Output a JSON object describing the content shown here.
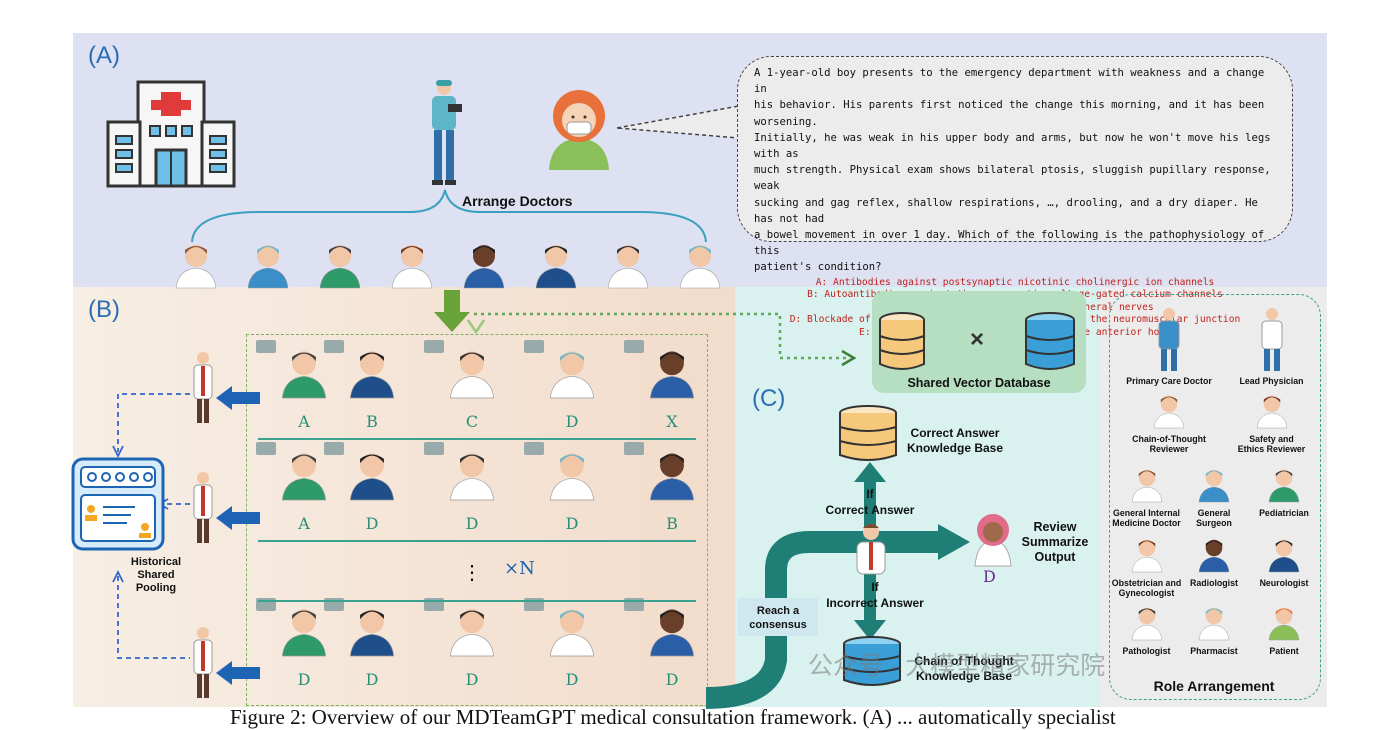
{
  "panels": {
    "a_label": "(A)",
    "b_label": "(B)",
    "c_label": "(C)"
  },
  "question": {
    "lines": [
      "A 1-year-old boy presents to the emergency department with weakness and a change in",
      "his behavior. His parents first noticed the change this morning, and it has been worsening.",
      "Initially, he was weak in his upper body and arms, but now he won't move his legs with as",
      "much strength. Physical exam shows bilateral ptosis, sluggish pupillary response, weak",
      "sucking and gag reflex, shallow respirations, …, drooling, and a dry diaper. He has not had",
      "a bowel movement in over 1 day. Which of the following is the pathophysiology of this",
      "patient's condition?"
    ],
    "options": [
      "A: Antibodies against postsynaptic nicotinic cholinergic ion channels",
      "B: Autoantibodies against the presynaptic voltage-gated calcium channels",
      "C: Autoimmune demyelination of peripheral nerves",
      "D: Blockade of presynaptic acetylcholine release at the neuromuscular junction",
      "E: Lower motor neuron destruction in the anterior horn"
    ]
  },
  "arrange_doctors": "Arrange Doctors",
  "rounds": [
    [
      "A",
      "B",
      "C",
      "D",
      "X"
    ],
    [
      "A",
      "D",
      "D",
      "D",
      "B"
    ],
    [
      "D",
      "D",
      "D",
      "D",
      "D"
    ]
  ],
  "times_n": "×N",
  "ellipsis": "⋮",
  "historical": [
    "Historical",
    "Shared",
    "Pooling"
  ],
  "shared_db": "Shared Vector Database",
  "times_sign": "×",
  "correct_kb": [
    "Correct Answer",
    "Knowledge Base"
  ],
  "if_correct": [
    "If",
    "Correct Answer"
  ],
  "if_incorrect": [
    "If",
    "Incorrect Answer"
  ],
  "review": [
    "Review",
    "Summarize",
    "Output"
  ],
  "final_answer": "D",
  "consensus": [
    "Reach a",
    "consensus"
  ],
  "cot_kb": [
    "Chain of Thought",
    "Knowledge Base"
  ],
  "roles": [
    {
      "lines": [
        "Primary Care Doctor"
      ]
    },
    {
      "lines": [
        "Lead Physician"
      ]
    },
    {
      "lines": [
        "Chain-of-Thought",
        "Reviewer"
      ]
    },
    {
      "lines": [
        "Safety and",
        "Ethics Reviewer"
      ]
    },
    {
      "lines": [
        "General Internal",
        "Medicine Doctor"
      ]
    },
    {
      "lines": [
        "General",
        "Surgeon"
      ]
    },
    {
      "lines": [
        "Pediatrician"
      ]
    },
    {
      "lines": [
        "Obstetrician and",
        "Gynecologist"
      ]
    },
    {
      "lines": [
        "Radiologist"
      ]
    },
    {
      "lines": [
        "Neurologist"
      ]
    },
    {
      "lines": [
        "Pathologist"
      ]
    },
    {
      "lines": [
        "Pharmacist"
      ]
    },
    {
      "lines": [
        "Patient"
      ]
    }
  ],
  "role_arrangement": "Role Arrangement",
  "watermark": "公众号 · 大模型精家研究院",
  "caption": "Figure 2: Overview of our MDTeamGPT medical consultation framework. (A) ... automatically specialist",
  "colors": {
    "accent": "#2a6db5",
    "teal": "#1f7f76",
    "green_arrow": "#6aa23a",
    "blue_arrow": "#1e64b4",
    "option_red": "#c0221c"
  }
}
